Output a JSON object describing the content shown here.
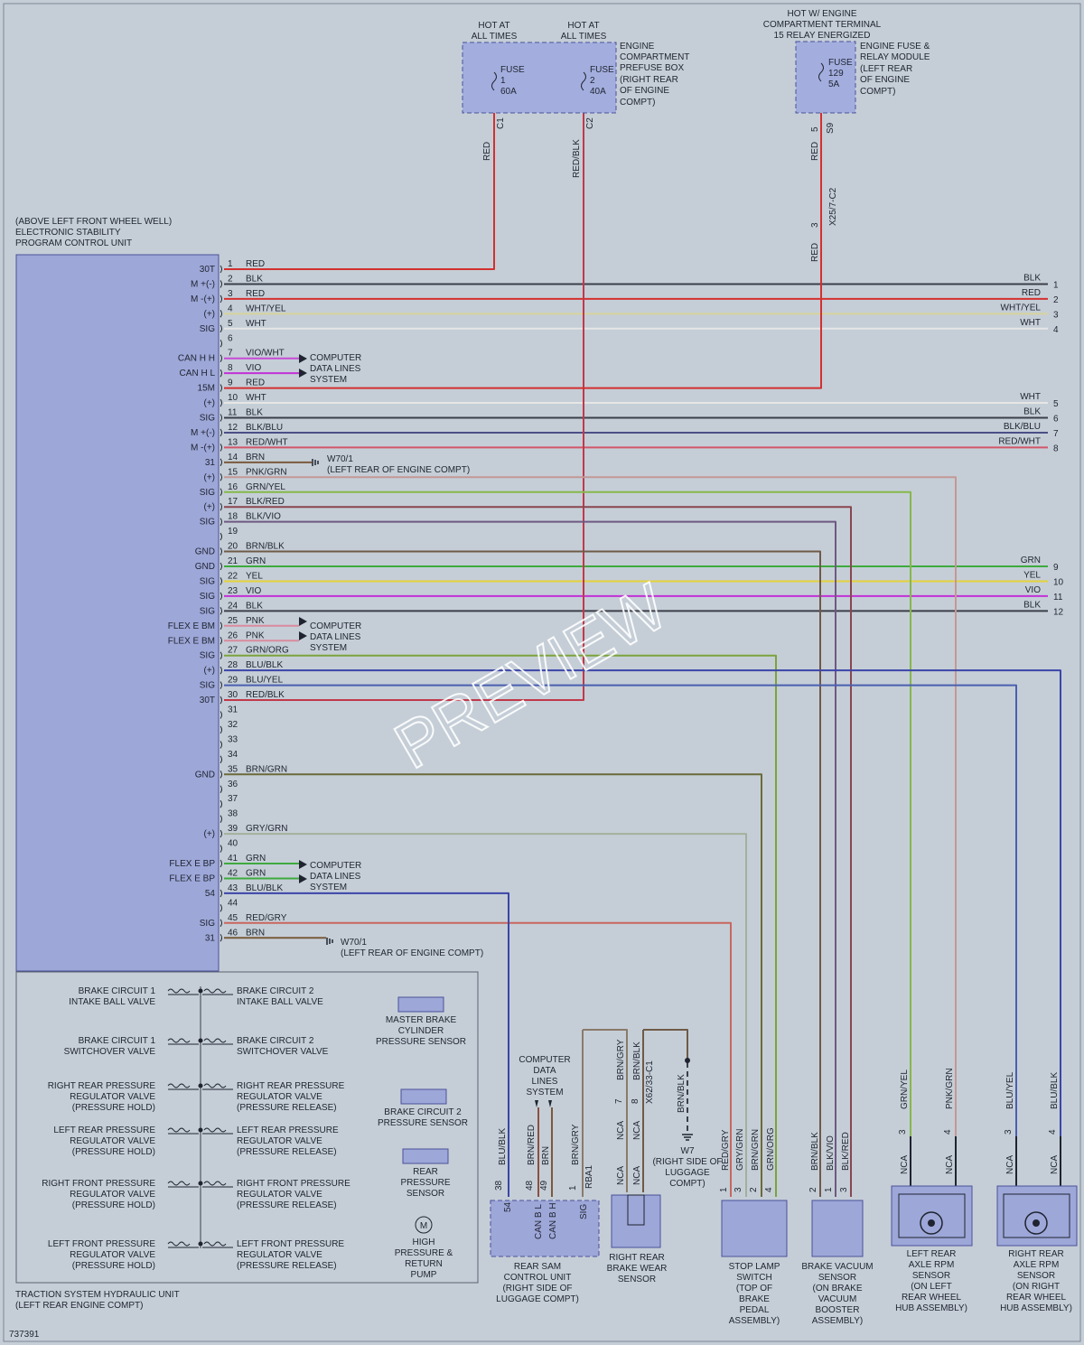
{
  "diagram_id": "737391",
  "watermark": "PREVIEW",
  "power": {
    "hot_at_all_times": [
      "HOT AT",
      "ALL TIMES"
    ],
    "hot_w_engine": [
      "HOT W/ ENGINE",
      "COMPARTMENT TERMINAL",
      "15 RELAY ENERGIZED"
    ],
    "fuse1": [
      "FUSE",
      "1",
      "60A"
    ],
    "fuse2": [
      "FUSE",
      "2",
      "40A"
    ],
    "fuse129": [
      "FUSE",
      "129",
      "5A"
    ],
    "prefuse_box": [
      "ENGINE",
      "COMPARTMENT",
      "PREFUSE BOX",
      "(RIGHT REAR",
      "OF ENGINE",
      "COMPT)"
    ],
    "fuse_relay_module": [
      "ENGINE FUSE &",
      "RELAY MODULE",
      "(LEFT REAR",
      "OF ENGINE",
      "COMPT)"
    ],
    "c1": "C1",
    "c2": "C2",
    "s9_pin": "5",
    "s9": "S9",
    "wire_c1": "RED",
    "wire_c2": "RED/BLK",
    "wire_s9": "RED",
    "splice": "X25/7-C2",
    "splice_pin": "3",
    "wire_splice": "RED"
  },
  "module": {
    "label": [
      "(ABOVE LEFT FRONT WHEEL WELL)",
      "ELECTRONIC STABILITY",
      "PROGRAM CONTROL UNIT"
    ]
  },
  "pins": [
    {
      "n": "1",
      "label": "30T",
      "wire": "RED",
      "color": "#d3302f"
    },
    {
      "n": "2",
      "label": "M +(-)",
      "wire": "BLK",
      "color": "#3c3f48"
    },
    {
      "n": "3",
      "label": "M -(+)",
      "wire": "RED",
      "color": "#d3302f"
    },
    {
      "n": "4",
      "label": "(+)",
      "wire": "WHT/YEL",
      "color": "#d7d39c"
    },
    {
      "n": "5",
      "label": "SIG",
      "wire": "WHT",
      "color": "#e6e6e6"
    },
    {
      "n": "6",
      "label": "",
      "wire": "",
      "color": ""
    },
    {
      "n": "7",
      "label": "CAN H H",
      "wire": "VIO/WHT",
      "color": "#c74bd6"
    },
    {
      "n": "8",
      "label": "CAN H L",
      "wire": "VIO",
      "color": "#c231d6"
    },
    {
      "n": "9",
      "label": "15M",
      "wire": "RED",
      "color": "#d3302f"
    },
    {
      "n": "10",
      "label": "(+)",
      "wire": "WHT",
      "color": "#e6e6e6"
    },
    {
      "n": "11",
      "label": "SIG",
      "wire": "BLK",
      "color": "#3c3f48"
    },
    {
      "n": "12",
      "label": "M +(-)",
      "wire": "BLK/BLU",
      "color": "#4a4f86"
    },
    {
      "n": "13",
      "label": "M -(+)",
      "wire": "RED/WHT",
      "color": "#d2566a"
    },
    {
      "n": "14",
      "label": "31",
      "wire": "BRN",
      "color": "#7a5a3b"
    },
    {
      "n": "15",
      "label": "(+)",
      "wire": "PNK/GRN",
      "color": "#c39895"
    },
    {
      "n": "16",
      "label": "SIG",
      "wire": "GRN/YEL",
      "color": "#86b84a"
    },
    {
      "n": "17",
      "label": "(+)",
      "wire": "BLK/RED",
      "color": "#8a4650"
    },
    {
      "n": "18",
      "label": "SIG",
      "wire": "BLK/VIO",
      "color": "#6f5982"
    },
    {
      "n": "19",
      "label": "",
      "wire": "",
      "color": ""
    },
    {
      "n": "20",
      "label": "GND",
      "wire": "BRN/BLK",
      "color": "#6f5a47"
    },
    {
      "n": "21",
      "label": "GND",
      "wire": "GRN",
      "color": "#3eaa3e"
    },
    {
      "n": "22",
      "label": "SIG",
      "wire": "YEL",
      "color": "#e4d23a"
    },
    {
      "n": "23",
      "label": "SIG",
      "wire": "VIO",
      "color": "#c231d6"
    },
    {
      "n": "24",
      "label": "SIG",
      "wire": "BLK",
      "color": "#3c3f48"
    },
    {
      "n": "25",
      "label": "FLEX E BM",
      "wire": "PNK",
      "color": "#d98a9e"
    },
    {
      "n": "26",
      "label": "FLEX E BM",
      "wire": "PNK",
      "color": "#d98a9e"
    },
    {
      "n": "27",
      "label": "SIG",
      "wire": "GRN/ORG",
      "color": "#7ca33c"
    },
    {
      "n": "28",
      "label": "(+)",
      "wire": "BLU/BLK",
      "color": "#3b45a8"
    },
    {
      "n": "29",
      "label": "SIG",
      "wire": "BLU/YEL",
      "color": "#4a5fb0"
    },
    {
      "n": "30",
      "label": "30T",
      "wire": "RED/BLK",
      "color": "#c0394a"
    },
    {
      "n": "31",
      "label": "",
      "wire": "",
      "color": ""
    },
    {
      "n": "32",
      "label": "",
      "wire": "",
      "color": ""
    },
    {
      "n": "33",
      "label": "",
      "wire": "",
      "color": ""
    },
    {
      "n": "34",
      "label": "",
      "wire": "",
      "color": ""
    },
    {
      "n": "35",
      "label": "GND",
      "wire": "BRN/GRN",
      "color": "#6b6a3a"
    },
    {
      "n": "36",
      "label": "",
      "wire": "",
      "color": ""
    },
    {
      "n": "37",
      "label": "",
      "wire": "",
      "color": ""
    },
    {
      "n": "38",
      "label": "",
      "wire": "",
      "color": ""
    },
    {
      "n": "39",
      "label": "(+)",
      "wire": "GRY/GRN",
      "color": "#a3b09a"
    },
    {
      "n": "40",
      "label": "",
      "wire": "",
      "color": ""
    },
    {
      "n": "41",
      "label": "FLEX E BP",
      "wire": "GRN",
      "color": "#3eaa3e"
    },
    {
      "n": "42",
      "label": "FLEX E BP",
      "wire": "GRN",
      "color": "#3eaa3e"
    },
    {
      "n": "43",
      "label": "54",
      "wire": "BLU/BLK",
      "color": "#3b45a8"
    },
    {
      "n": "44",
      "label": "",
      "wire": "",
      "color": ""
    },
    {
      "n": "45",
      "label": "SIG",
      "wire": "RED/GRY",
      "color": "#c9665e"
    },
    {
      "n": "46",
      "label": "31",
      "wire": "BRN",
      "color": "#7a5a3b"
    }
  ],
  "right_outputs": [
    {
      "pin": "2",
      "wire": "BLK",
      "out": "1"
    },
    {
      "pin": "3",
      "wire": "RED",
      "out": "2"
    },
    {
      "pin": "4",
      "wire": "WHT/YEL",
      "out": "3"
    },
    {
      "pin": "5",
      "wire": "WHT",
      "out": "4"
    },
    {
      "pin": "10",
      "wire": "WHT",
      "out": "5"
    },
    {
      "pin": "11",
      "wire": "BLK",
      "out": "6"
    },
    {
      "pin": "12",
      "wire": "BLK/BLU",
      "out": "7"
    },
    {
      "pin": "13",
      "wire": "RED/WHT",
      "out": "8"
    },
    {
      "pin": "21",
      "wire": "GRN",
      "out": "9"
    },
    {
      "pin": "22",
      "wire": "YEL",
      "out": "10"
    },
    {
      "pin": "23",
      "wire": "VIO",
      "out": "11"
    },
    {
      "pin": "24",
      "wire": "BLK",
      "out": "12"
    }
  ],
  "cdl": [
    "COMPUTER",
    "DATA LINES",
    "SYSTEM"
  ],
  "grounds": {
    "w70_top": [
      "W70/1",
      "(LEFT REAR OF ENGINE COMPT)"
    ],
    "w70_bottom": [
      "W70/1",
      "(LEFT REAR OF ENGINE COMPT)"
    ]
  },
  "hydraulic": {
    "valves_left": [
      [
        "BRAKE CIRCUIT 1",
        "INTAKE BALL VALVE"
      ],
      [
        "BRAKE CIRCUIT 1",
        "SWITCHOVER VALVE"
      ],
      [
        "RIGHT REAR PRESSURE",
        "REGULATOR VALVE",
        "(PRESSURE HOLD)"
      ],
      [
        "LEFT REAR PRESSURE",
        "REGULATOR VALVE",
        "(PRESSURE HOLD)"
      ],
      [
        "RIGHT FRONT PRESSURE",
        "REGULATOR VALVE",
        "(PRESSURE HOLD)"
      ],
      [
        "LEFT FRONT PRESSURE",
        "REGULATOR VALVE",
        "(PRESSURE HOLD)"
      ]
    ],
    "valves_right": [
      [
        "BRAKE CIRCUIT 2",
        "INTAKE BALL VALVE"
      ],
      [
        "BRAKE CIRCUIT 2",
        "SWITCHOVER VALVE"
      ],
      [
        "RIGHT REAR PRESSURE",
        "REGULATOR VALVE",
        "(PRESSURE RELEASE)"
      ],
      [
        "LEFT REAR PRESSURE",
        "REGULATOR VALVE",
        "(PRESSURE RELEASE)"
      ],
      [
        "RIGHT FRONT PRESSURE",
        "REGULATOR VALVE",
        "(PRESSURE RELEASE)"
      ],
      [
        "LEFT FRONT PRESSURE",
        "REGULATOR VALVE",
        "(PRESSURE RELEASE)"
      ]
    ],
    "sensors": [
      [
        "MASTER BRAKE",
        "CYLINDER",
        "PRESSURE SENSOR"
      ],
      [
        "BRAKE CIRCUIT 2",
        "PRESSURE SENSOR"
      ],
      [
        "REAR",
        "PRESSURE",
        "SENSOR"
      ]
    ],
    "pump": [
      "HIGH",
      "PRESSURE &",
      "RETURN",
      "PUMP"
    ],
    "pump_symbol": "M",
    "label": [
      "TRACTION SYSTEM HYDRAULIC UNIT",
      "(LEFT REAR ENGINE COMPT)"
    ]
  },
  "rear_sam": {
    "cdl": [
      "COMPUTER",
      "DATA",
      "LINES",
      "SYSTEM"
    ],
    "wires": [
      "BLU/BLK",
      "BRN/RED",
      "BRN",
      "BRN/GRY"
    ],
    "pins": [
      "38",
      "48",
      "49",
      "1"
    ],
    "pin_labels": [
      "54",
      "CAN B L",
      "CAN B H",
      "SIG"
    ],
    "connector": "RBA1",
    "label": [
      "REAR SAM",
      "CONTROL UNIT",
      "(RIGHT SIDE OF",
      "LUGGAGE COMPT)"
    ]
  },
  "brake_wear": {
    "wires": [
      "BRN/GRY",
      "BRN/BLK"
    ],
    "pins": [
      "7",
      "8"
    ],
    "splice": "X62/33-C1",
    "nca": "NCA",
    "label": [
      "RIGHT REAR",
      "BRAKE WEAR",
      "SENSOR"
    ]
  },
  "w7": {
    "wire": "BRN/BLK",
    "label": [
      "W7",
      "(RIGHT SIDE OF",
      "LUGGAGE",
      "COMPT)"
    ]
  },
  "stop_lamp": {
    "wires": [
      "RED/GRY",
      "GRY/GRN",
      "BRN/GRN",
      "GRN/ORG"
    ],
    "pins": [
      "1",
      "3",
      "2",
      "4"
    ],
    "label": [
      "STOP LAMP",
      "SWITCH",
      "(TOP OF",
      "BRAKE",
      "PEDAL",
      "ASSEMBLY)"
    ]
  },
  "vacuum": {
    "wires": [
      "BRN/BLK",
      "BLK/VIO",
      "BLK/RED"
    ],
    "pins": [
      "2",
      "1",
      "3"
    ],
    "label": [
      "BRAKE VACUUM",
      "SENSOR",
      "(ON BRAKE",
      "VACUUM",
      "BOOSTER",
      "ASSEMBLY)"
    ]
  },
  "left_rpm": {
    "wires": [
      "GRN/YEL",
      "PNK/GRN"
    ],
    "pins": [
      "3",
      "4"
    ],
    "nca": "NCA",
    "label": [
      "LEFT REAR",
      "AXLE RPM",
      "SENSOR",
      "(ON LEFT",
      "REAR WHEEL",
      "HUB ASSEMBLY)"
    ]
  },
  "right_rpm": {
    "wires": [
      "BLU/YEL",
      "BLU/BLK"
    ],
    "pins": [
      "3",
      "4"
    ],
    "nca": "NCA",
    "label": [
      "RIGHT REAR",
      "AXLE RPM",
      "SENSOR",
      "(ON RIGHT",
      "REAR WHEEL",
      "HUB ASSEMBLY)"
    ]
  },
  "colors": {
    "background": "#c5ced7",
    "module_fill": "#9da7d8",
    "module_stroke": "#4a5199",
    "fuse_box_fill": "#a3aede"
  }
}
